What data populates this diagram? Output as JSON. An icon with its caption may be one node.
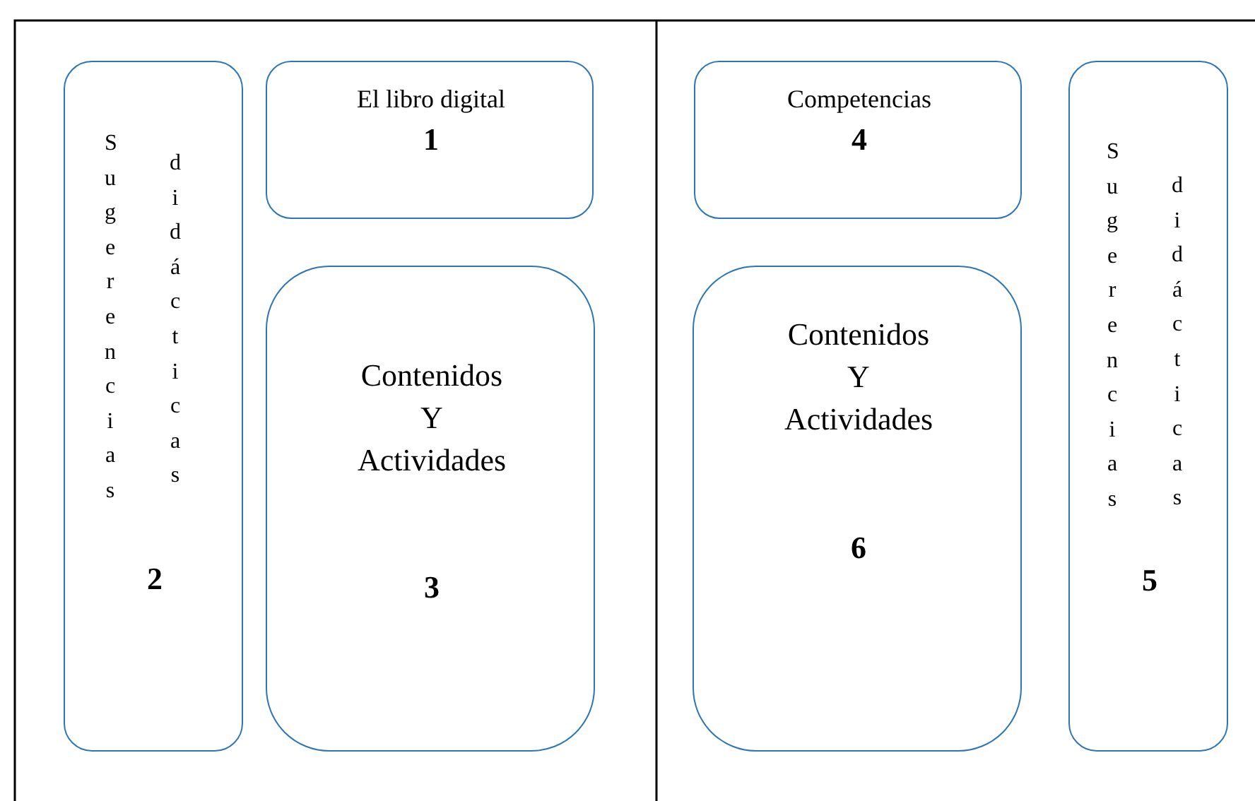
{
  "diagram": {
    "nodes": [
      {
        "text": [
          "Sugerencias",
          "didácticas",
          "2"
        ]
      },
      {
        "text": [
          "El libro digital",
          "1"
        ]
      },
      {
        "text": [
          "Contenidos Y Actividades",
          "3"
        ]
      },
      {
        "text": [
          "Competencias",
          "4"
        ]
      },
      {
        "text": [
          "Contenidos Y Actividades",
          "6"
        ]
      },
      {
        "text": [
          "Sugerencias",
          "didácticas",
          "5"
        ]
      }
    ]
  }
}
